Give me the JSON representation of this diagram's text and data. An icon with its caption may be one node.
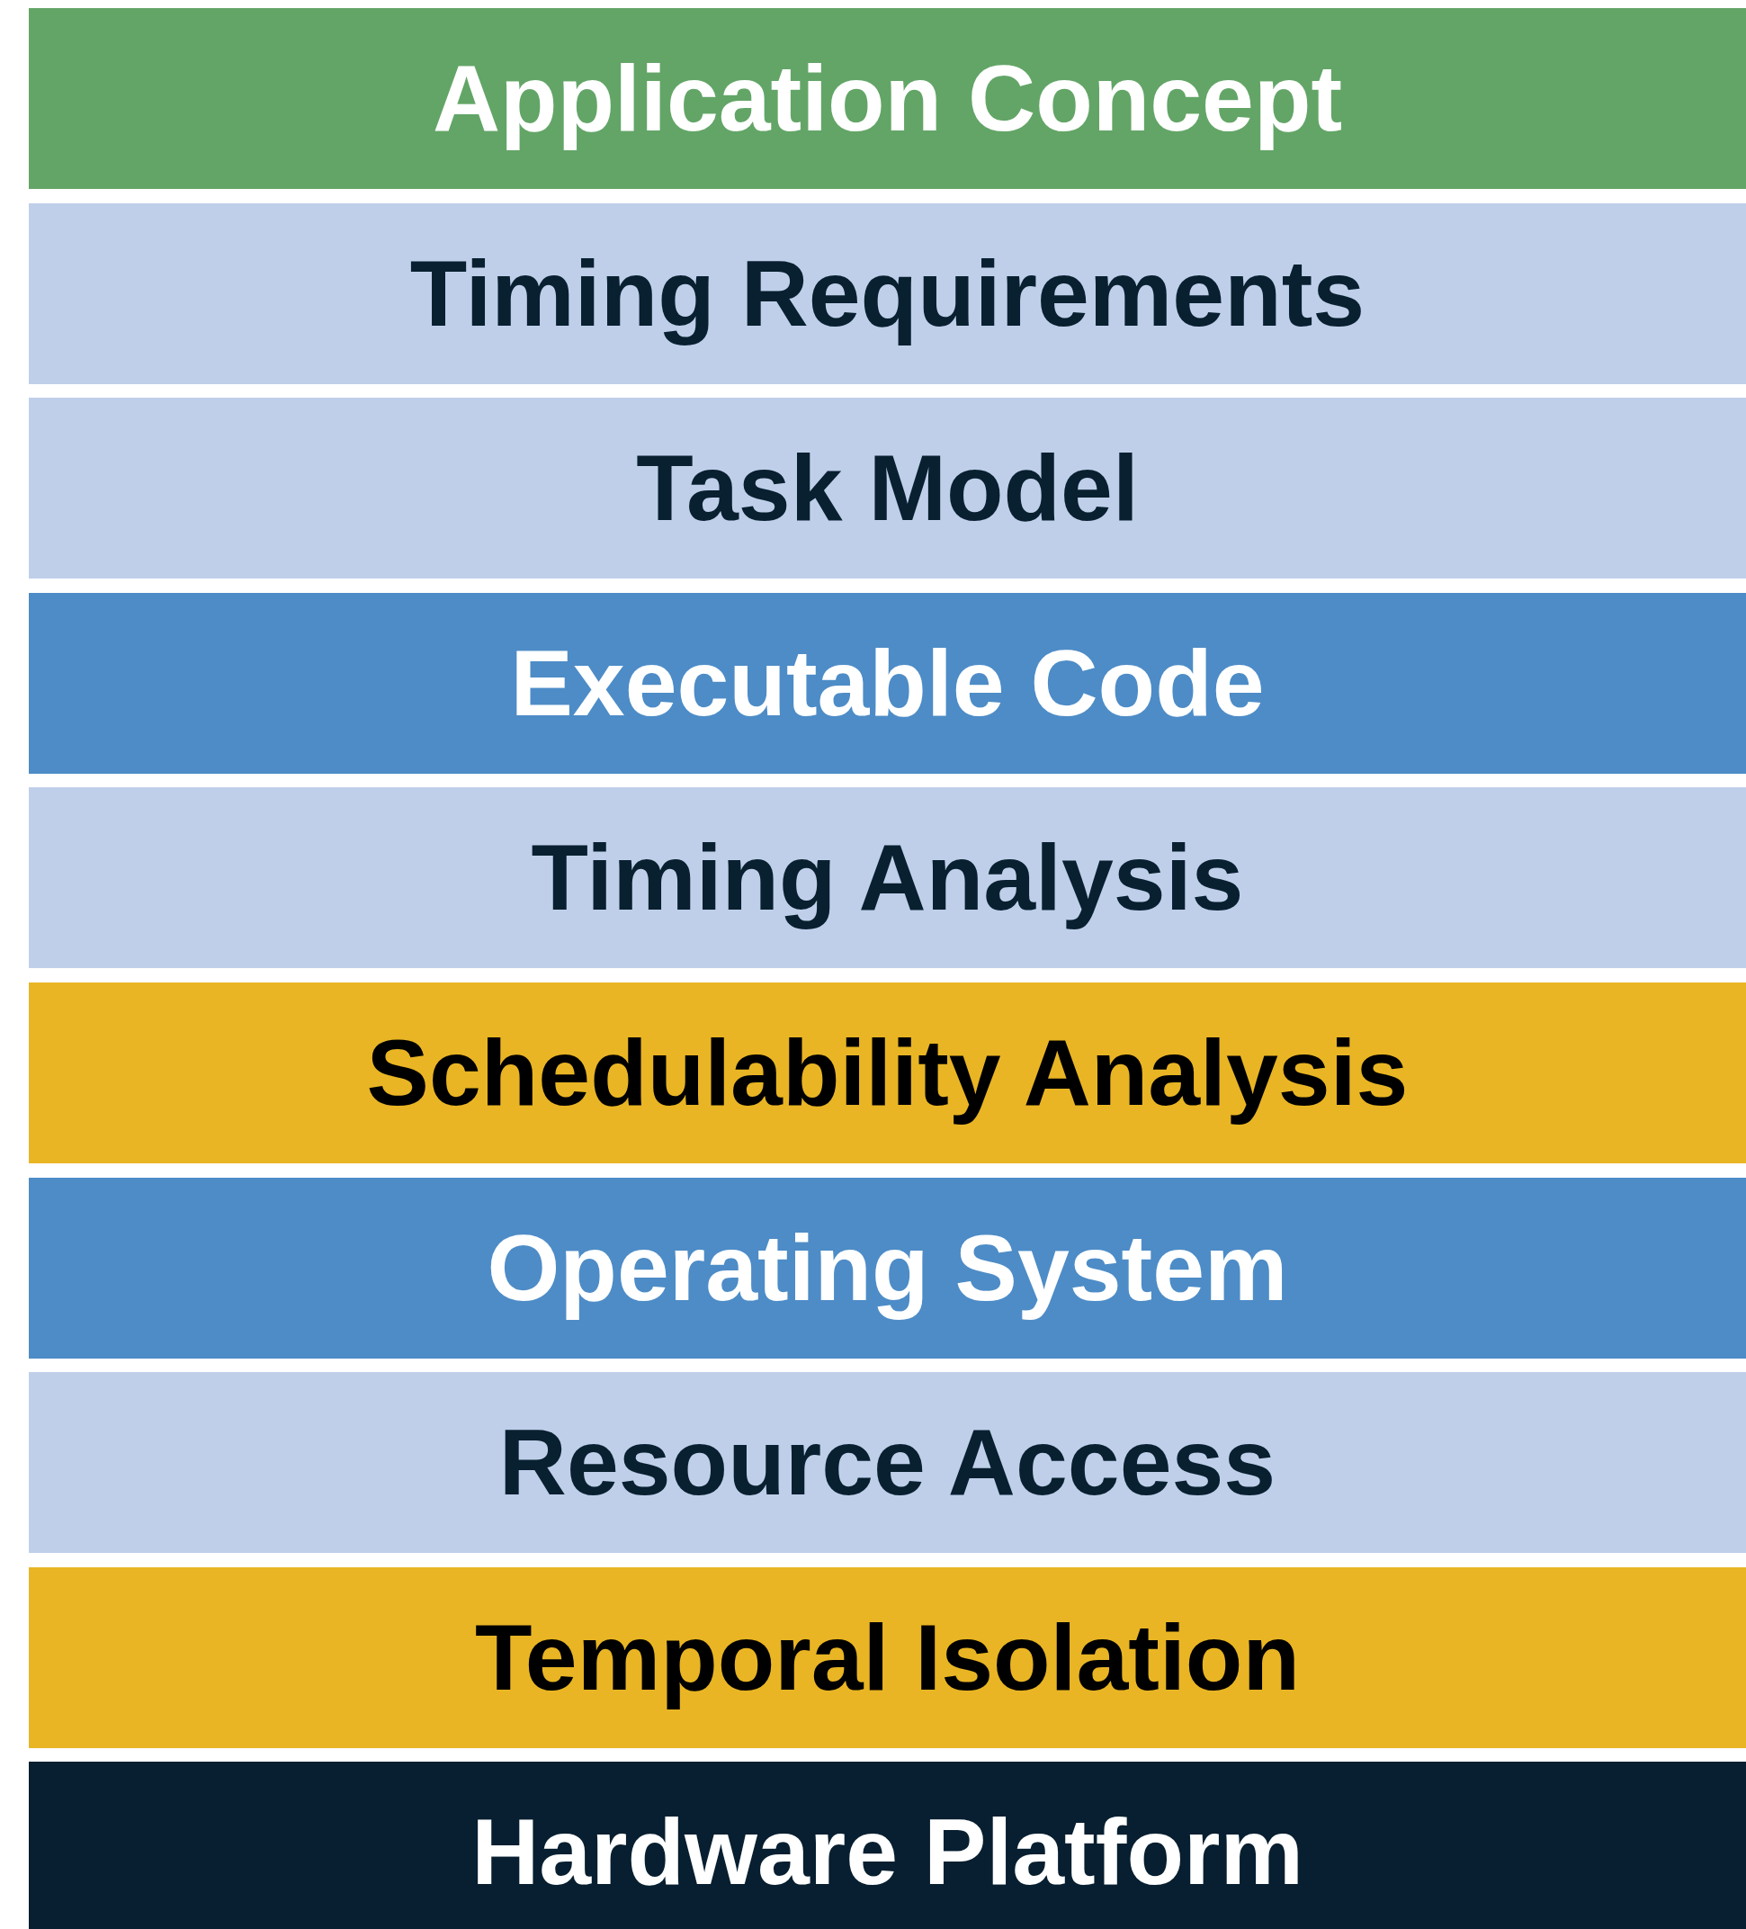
{
  "diagram": {
    "nodes": [
      {
        "text": [
          "Application Concept"
        ]
      },
      {
        "text": [
          "Timing Requirements"
        ]
      },
      {
        "text": [
          "Task Model"
        ]
      },
      {
        "text": [
          "Executable Code"
        ]
      },
      {
        "text": [
          "Timing Analysis"
        ]
      },
      {
        "text": [
          "Schedulability Analysis"
        ]
      },
      {
        "text": [
          "Operating System"
        ]
      },
      {
        "text": [
          "Resource Access"
        ]
      },
      {
        "text": [
          "Temporal Isolation"
        ]
      },
      {
        "text": [
          "Hardware Platform"
        ]
      }
    ]
  }
}
